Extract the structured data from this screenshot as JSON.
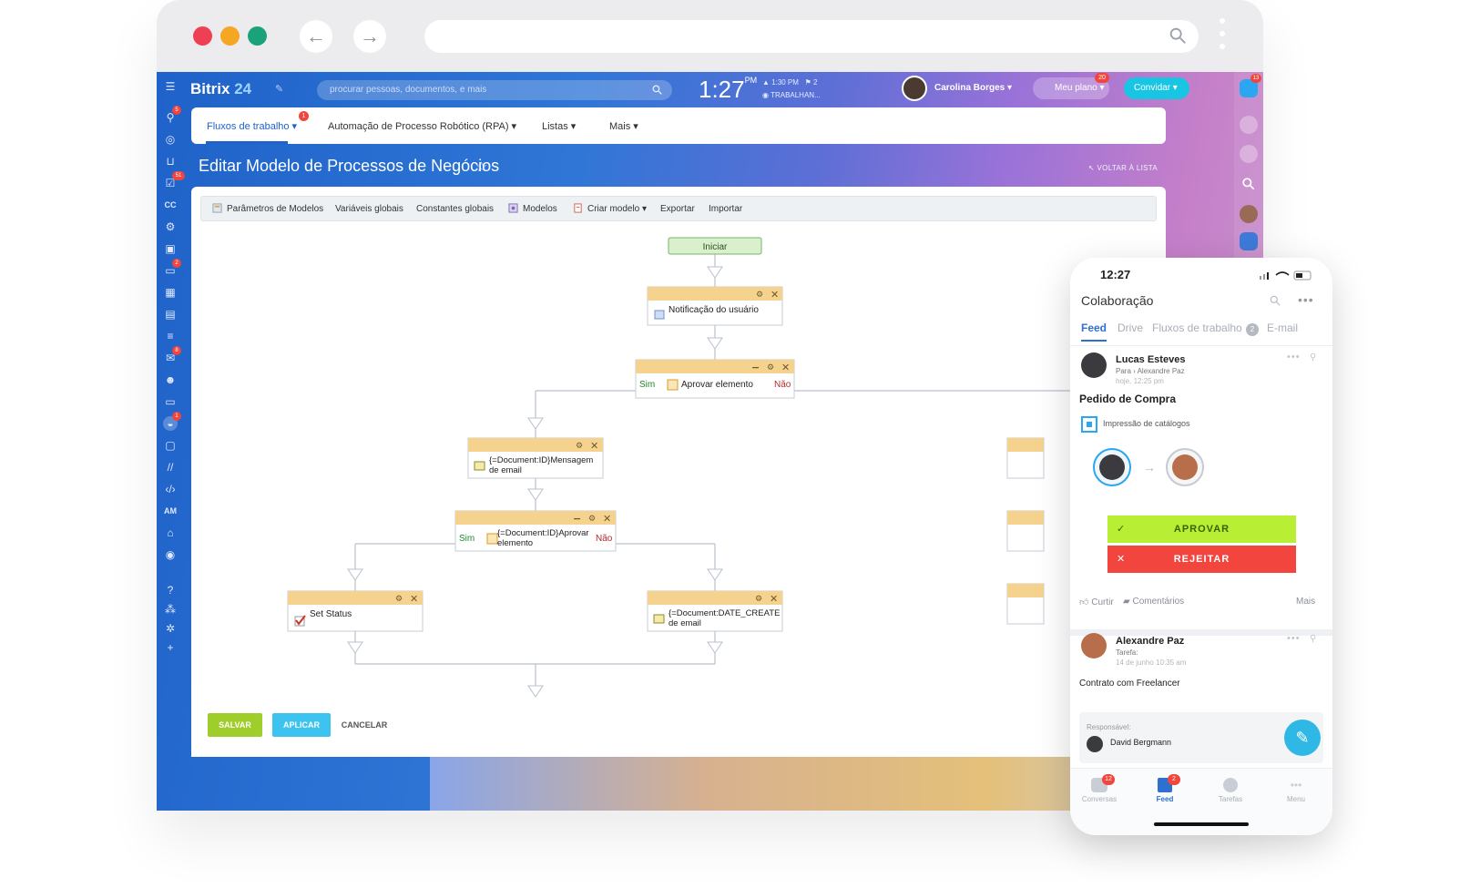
{
  "app": {
    "logo_name": "Bitrix",
    "logo_suffix": "24",
    "search_placeholder": "procurar pessoas, documentos, e mais",
    "clock": "1:27",
    "clock_ampm": "PM",
    "clock_meta_time": "▲ 1:30 PM",
    "clock_meta_flag": "⚑ 2",
    "clock_status": "TRABALHAN...",
    "user_name": "Carolina Borges",
    "plan_label": "Meu plano",
    "plan_badge": "20",
    "invite_label": "Convidar",
    "help_badge": "13"
  },
  "left_rail": {
    "badges": [
      "5",
      "51",
      "2",
      "8",
      "1"
    ],
    "cc_label": "CC",
    "am_label": "AM"
  },
  "tabs": [
    {
      "label": "Fluxos de trabalho",
      "badge": "1"
    },
    {
      "label": "Automação de Processo Robótico (RPA)"
    },
    {
      "label": "Listas"
    },
    {
      "label": "Mais"
    }
  ],
  "page": {
    "title": "Editar Modelo de Processos de Negócios",
    "back_label": "VOLTAR À LISTA"
  },
  "toolbar": {
    "items": [
      "Parâmetros de Modelos",
      "Variáveis globais",
      "Constantes globais",
      "Modelos",
      "Criar modelo",
      "Exportar",
      "Importar"
    ]
  },
  "flow": {
    "start": "Iniciar",
    "notify": "Notificação do usuário",
    "approve1": "Aprovar elemento",
    "yes": "Sim",
    "no": "Não",
    "mail1_line1": "{=Document:ID}Mensagem",
    "mail1_line2": "de email",
    "approve2_line1": "{=Document:ID}Aprovar",
    "approve2_line2": "elemento",
    "set_status": "Set Status",
    "mail2_line1": "{=Document:DATE_CREATE",
    "mail2_line2": "de email"
  },
  "actions": {
    "save": "SALVAR",
    "apply": "APLICAR",
    "cancel": "CANCELAR"
  },
  "phone": {
    "time": "12:27",
    "title": "Colaboração",
    "tabs": [
      "Feed",
      "Drive",
      "Fluxos de trabalho",
      "E-mail"
    ],
    "tab_badge": "2",
    "post1": {
      "author": "Lucas Esteves",
      "to_prefix": "Para",
      "to_name": "Alexandre Paz",
      "time": "hoje, 12:25 pm",
      "title": "Pedido de Compra",
      "attachment": "Impressão de catálogos",
      "approve": "APROVAR",
      "reject": "REJEITAR",
      "like": "Curtir",
      "comments": "Comentários",
      "more": "Mais"
    },
    "post2": {
      "author": "Alexandre Paz",
      "sub": "Tarefa:",
      "time": "14 de junho 10:35 am",
      "title": "Contrato com Freelancer",
      "resp_label": "Responsável:",
      "resp_name": "David Bergmann"
    },
    "nav": [
      {
        "label": "Conversas",
        "badge": "12"
      },
      {
        "label": "Feed",
        "badge": "2"
      },
      {
        "label": "Tarefas"
      },
      {
        "label": "Menu"
      }
    ]
  }
}
